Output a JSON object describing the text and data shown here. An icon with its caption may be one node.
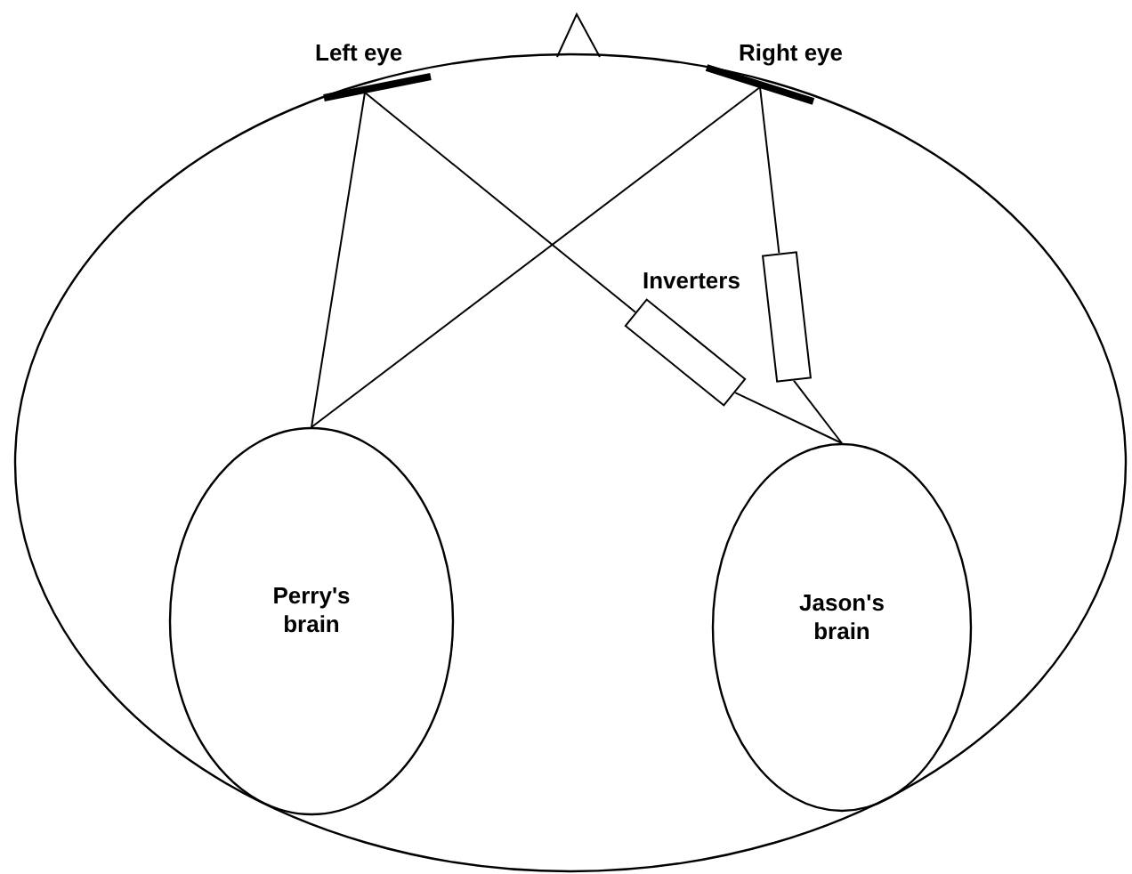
{
  "diagram": {
    "nodes": [
      {
        "text": [],
        "shape": "ellipse"
      },
      {
        "text": [
          "Left eye"
        ]
      },
      {
        "text": [
          "Right eye"
        ]
      },
      {
        "text": [],
        "shape": "box",
        "in": 0
      },
      {
        "text": [],
        "shape": "box",
        "in": 0
      },
      {
        "text": [
          "Perry's brain"
        ],
        "in": 0
      },
      {
        "text": [
          "Jason's brain"
        ],
        "in": 0
      }
    ],
    "edges": [
      {
        "from": 1,
        "to": 5,
        "arrow": "none"
      },
      {
        "from": 1,
        "to": 3,
        "arrow": "none"
      },
      {
        "from": 3,
        "to": 6,
        "arrow": "none"
      },
      {
        "from": 2,
        "to": 5,
        "arrow": "none"
      },
      {
        "from": 2,
        "to": 4,
        "arrow": "none"
      },
      {
        "from": 4,
        "to": 6,
        "arrow": "none"
      }
    ],
    "labels": [
      "Inverters"
    ]
  }
}
